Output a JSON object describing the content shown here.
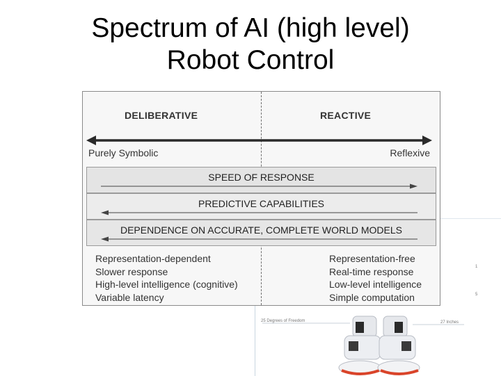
{
  "title": {
    "line1": "Spectrum of AI (high level)",
    "line2": "Robot Control"
  },
  "diagram": {
    "left_heading": "DELIBERATIVE",
    "right_heading": "REACTIVE",
    "left_end": "Purely Symbolic",
    "right_end": "Reflexive",
    "bands": [
      {
        "label": "SPEED OF RESPONSE",
        "direction": "right"
      },
      {
        "label": "PREDICTIVE CAPABILITIES",
        "direction": "left"
      },
      {
        "label": "DEPENDENCE ON ACCURATE, COMPLETE WORLD MODELS",
        "direction": "left"
      }
    ],
    "left_traits": [
      "Representation-dependent",
      "Slower response",
      "High-level intelligence (cognitive)",
      "Variable latency"
    ],
    "right_traits": [
      "Representation-free",
      "Real-time response",
      "Low-level intelligence",
      "Simple computation"
    ]
  },
  "background_image": {
    "caption_left": "25 Degrees of Freedom",
    "caption_right": "27 Inches",
    "colors": {
      "robot_body": "#e8eaee",
      "robot_accent": "#d9442a",
      "robot_joint": "#2a2a2a"
    }
  }
}
